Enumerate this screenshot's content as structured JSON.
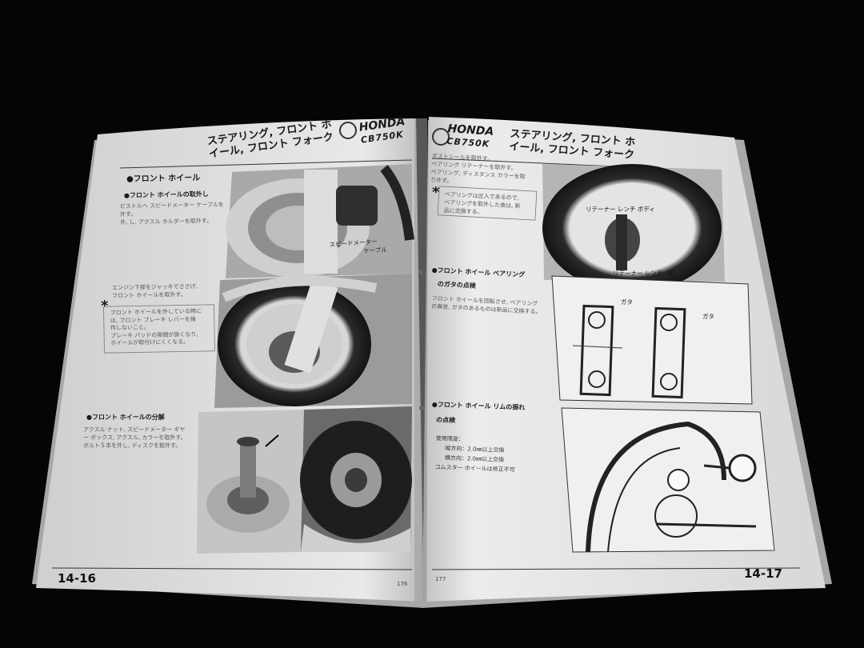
{
  "left_page": {
    "brand": "HONDA",
    "model": "CB750K",
    "title_line1": "ステアリング, フロント ホ",
    "title_line2": "イール, フロント フォーク",
    "section_main": "●フロント ホイール",
    "sub_removal": "●フロント ホイールの取外し",
    "removal_text": [
      "ピストルヘ スピードメーター ケーブルを",
      "外す。",
      "外, し, アクスル ホルダーを取外す。"
    ],
    "callout_speedo_1": "スピードメーター",
    "callout_speedo_2": "ケーブル",
    "jack_text": [
      "エンジン下部をジャッキでささげ,",
      "フロント ホイールを取外す。"
    ],
    "note_mark": "*",
    "note_text": [
      "フロント ホイールを外している時に",
      "は, フロント ブレーキ レバーを操",
      "作しないこと。",
      "ブレーキ パッドの隙間が狭くなり,",
      "ホイールが取付けにくくなる。"
    ],
    "sub_disassembly": "●フロント ホイールの分解",
    "disassembly_text": [
      "アクスル ナット, スピードメーター ギヤ",
      "ー ボックス, アクスル, カラーを取外す。",
      "ボルト５本を外し, ディスクを取外す。"
    ],
    "page_number": "14-16",
    "folio": "176"
  },
  "right_page": {
    "brand": "HONDA",
    "model": "CB750K",
    "title_line1": "ステアリング, フロント ホ",
    "title_line2": "イール, フロント フォーク",
    "top_text": [
      "ダストシールを取外す。",
      "ベアリング リテーナーを取外す。",
      "ベアリング, ディスタンス カラーを取",
      "り外す。"
    ],
    "note_mark": "*",
    "note_text": [
      "ベアリングは圧入であるので,",
      "ベアリングを取外した後は, 新",
      "品に交換する。"
    ],
    "callout_retainer": "リテーナー レンチ ボディ",
    "callout_wrench": "リテーナー レンチ（B）",
    "sub_bearing_1": "●フロント ホイール ベアリング",
    "sub_bearing_2": "のガタの点検",
    "bearing_text": [
      "フロント ホイールを回転させ, ベアリング",
      "の異音, ガタのあるものは新品に交換する。"
    ],
    "play_label": "ガタ",
    "sub_rim_1": "●フロント ホイール リムの振れ",
    "sub_rim_2": "の点検",
    "rim_limit": "使用限度：",
    "rim_vertical": "縦方向：2.0㎜以上交換",
    "rim_horizontal": "横方向：2.0㎜以上交換",
    "rim_note": "コムスター ホイールは修正不可",
    "page_number": "14-17",
    "folio": "177"
  }
}
